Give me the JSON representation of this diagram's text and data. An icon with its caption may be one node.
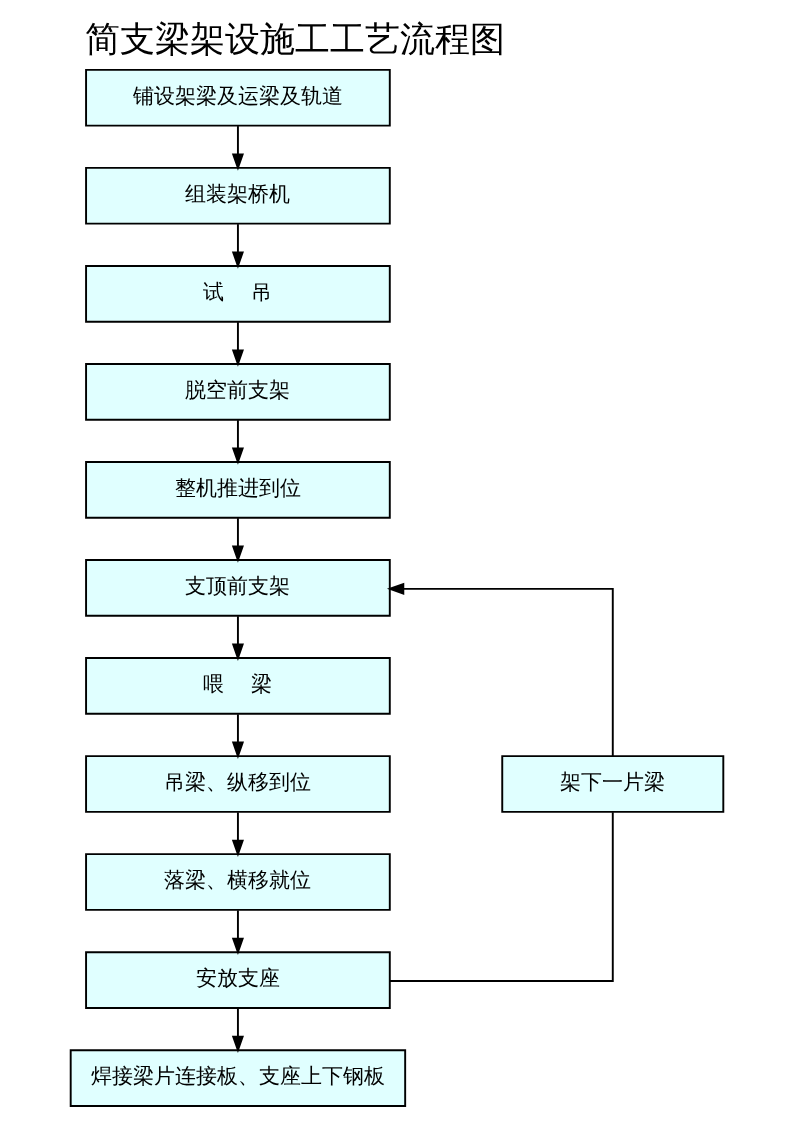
{
  "diagram": {
    "title": "简支梁架设施工工艺流程图",
    "nodes": [
      {
        "text": [
          "铺设架梁及运梁及轨道"
        ]
      },
      {
        "text": [
          "组装架桥机"
        ]
      },
      {
        "text": [
          "试    吊"
        ]
      },
      {
        "text": [
          "脱空前支架"
        ]
      },
      {
        "text": [
          "整机推进到位"
        ]
      },
      {
        "text": [
          "支顶前支架"
        ]
      },
      {
        "text": [
          "喂    梁"
        ]
      },
      {
        "text": [
          "架下一片梁"
        ]
      },
      {
        "text": [
          "吊梁、纵移到位"
        ]
      },
      {
        "text": [
          "落梁、横移就位"
        ]
      },
      {
        "text": [
          "安放支座"
        ]
      },
      {
        "text": [
          "焊接梁片连接板、支座上下钢板"
        ]
      }
    ],
    "edges": [
      {
        "from": 0,
        "to": 1,
        "arrow": "to"
      },
      {
        "from": 1,
        "to": 2,
        "arrow": "to"
      },
      {
        "from": 2,
        "to": 3,
        "arrow": "to"
      },
      {
        "from": 3,
        "to": 4,
        "arrow": "to"
      },
      {
        "from": 4,
        "to": 5,
        "arrow": "to"
      },
      {
        "from": 5,
        "to": 6,
        "arrow": "to"
      },
      {
        "from": 6,
        "to": 8,
        "arrow": "to"
      },
      {
        "from": 8,
        "to": 9,
        "arrow": "to"
      },
      {
        "from": 9,
        "to": 10,
        "arrow": "to"
      },
      {
        "from": 10,
        "to": 11,
        "arrow": "to"
      },
      {
        "from": 10,
        "to": 7,
        "arrow": "none"
      },
      {
        "from": 7,
        "to": 5,
        "arrow": "to"
      }
    ]
  }
}
